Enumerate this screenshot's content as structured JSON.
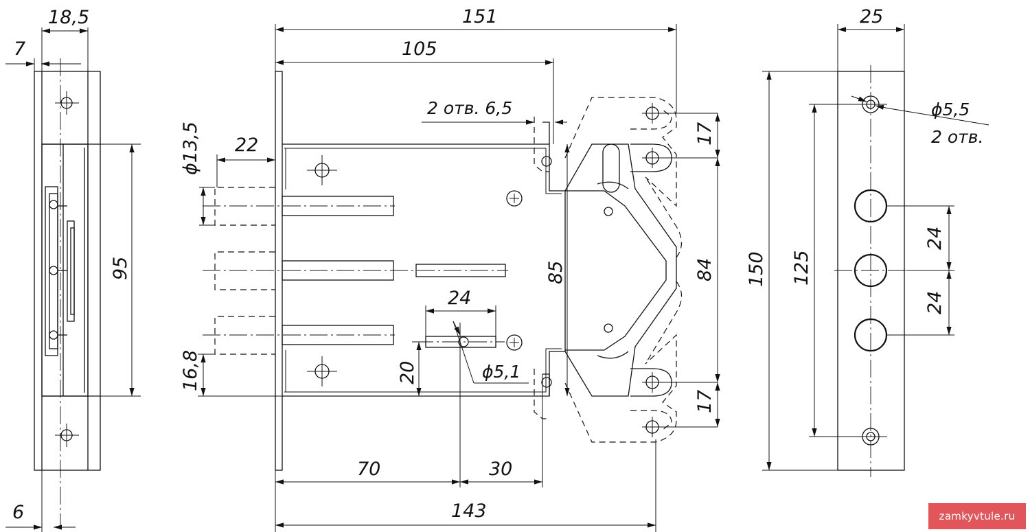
{
  "side_view": {
    "dims": {
      "width_total": "18,5",
      "offset_top": "7",
      "height_body": "95",
      "offset_bottom": "6"
    }
  },
  "front_view": {
    "dims": {
      "overall_width": "151",
      "to_holes": "105",
      "holes_note": "2 отв. 6,5",
      "bolt_diameter": "ϕ13,5",
      "bolt_projection": "22",
      "backset_bottom": "16,8",
      "key_hole_spacing": "24",
      "key_height": "20",
      "key_diameter": "ϕ5,1",
      "body_height": "85",
      "strike_height": "84",
      "strike_top": "17",
      "strike_bottom": "17",
      "to_key_axis": "70",
      "key_to_edge": "30",
      "bottom_width": "143"
    }
  },
  "faceplate_view": {
    "dims": {
      "width": "25",
      "mount_hole_diameter": "ϕ5,5",
      "mount_hole_count": "2 отв.",
      "height": "150",
      "hole_distance": "125",
      "bolt_pitch_upper": "24",
      "bolt_pitch_lower": "24"
    }
  },
  "watermark": {
    "text": "zamkyvtule.ru",
    "color": "#e2555b"
  }
}
